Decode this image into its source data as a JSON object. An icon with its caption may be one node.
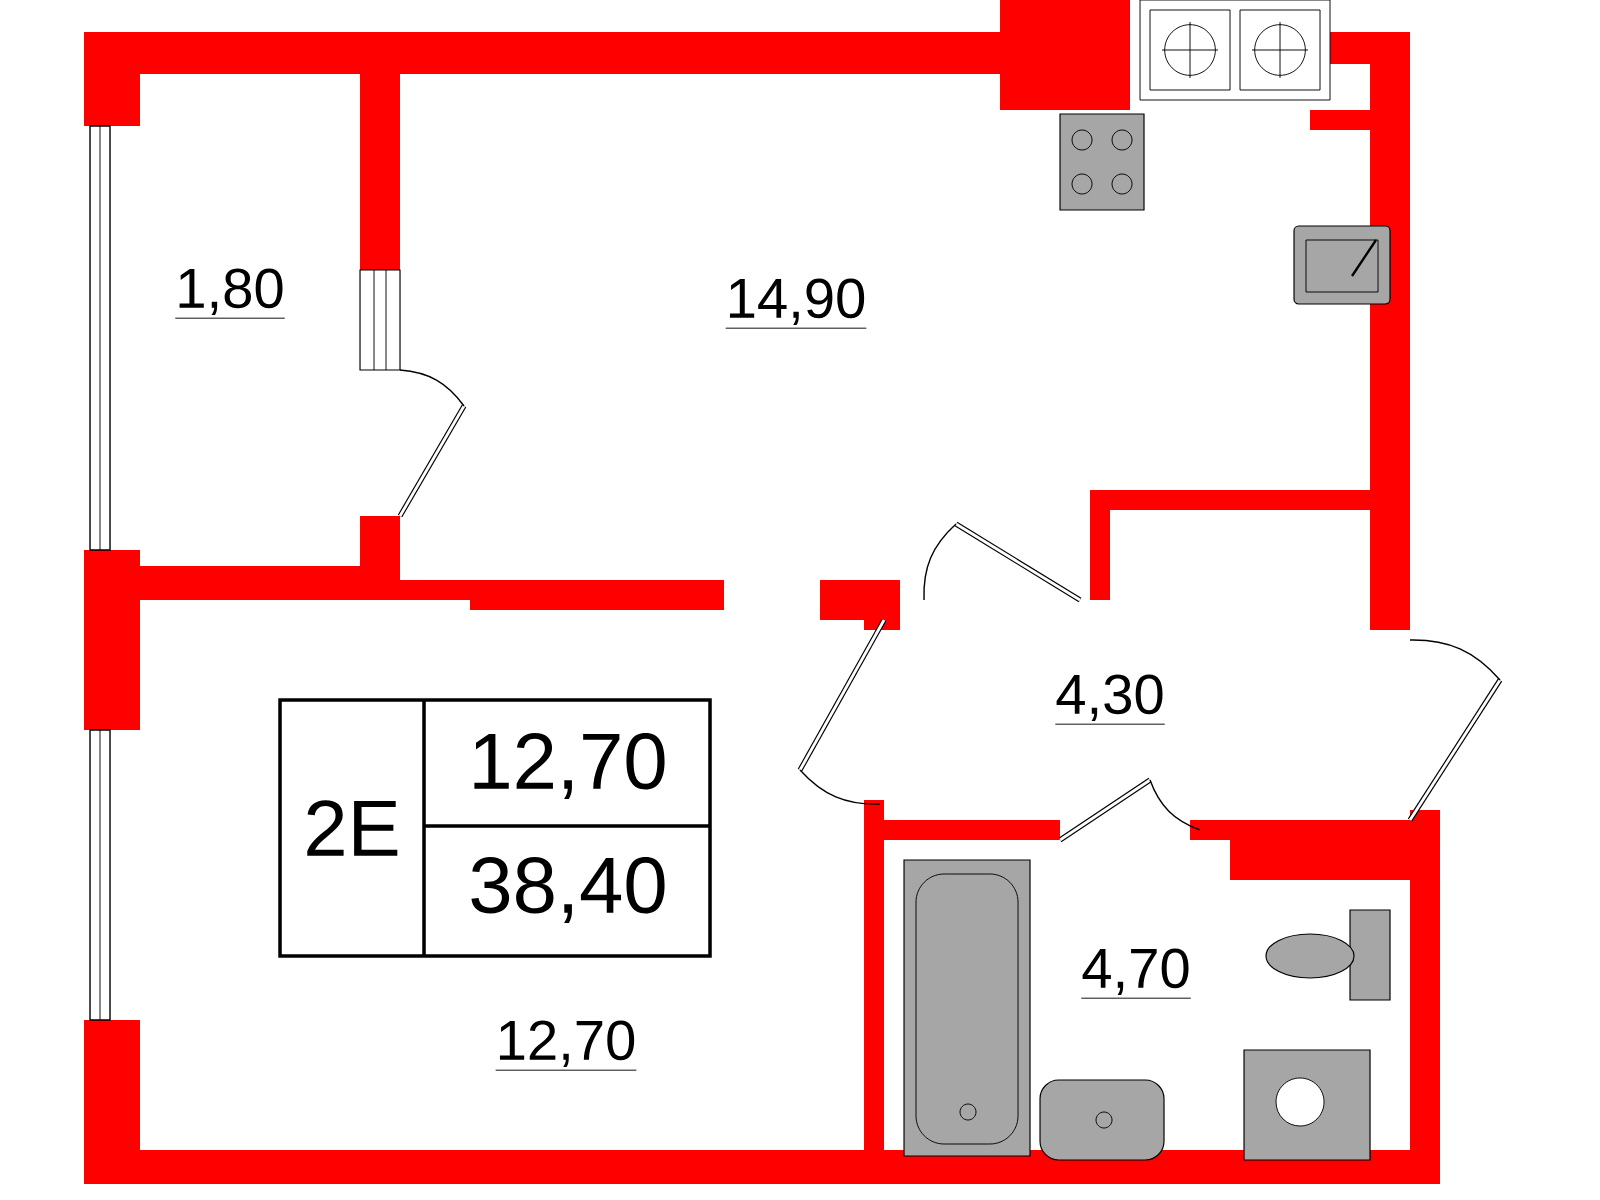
{
  "diagram": {
    "nodes": [
      {
        "text": [
          "2E",
          "12,70",
          "38,40"
        ]
      }
    ],
    "labels": [
      "1,80",
      "14,90",
      "4,30",
      "4,70",
      "12,70"
    ]
  }
}
